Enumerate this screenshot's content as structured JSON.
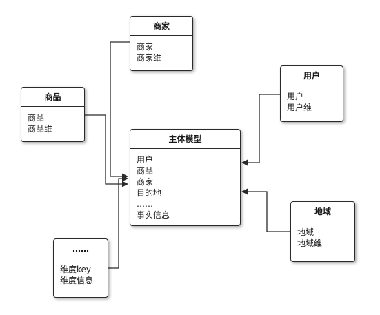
{
  "entities": {
    "merchant": {
      "title": "商家",
      "fields": [
        "商家",
        "商家维"
      ]
    },
    "product": {
      "title": "商品",
      "fields": [
        "商品",
        "商品维"
      ]
    },
    "user": {
      "title": "用户",
      "fields": [
        "用户",
        "用户维"
      ]
    },
    "subject": {
      "title": "主体模型",
      "fields": [
        "用户",
        "商品",
        "商家",
        "目的地",
        "……",
        "事实信息"
      ]
    },
    "region": {
      "title": "地域",
      "fields": [
        "地域",
        "地域维"
      ]
    },
    "other": {
      "title": "……",
      "fields": [
        "维度key",
        "维度信息"
      ]
    }
  },
  "colors": {
    "line": "#2a2a2a",
    "border": "#2a2a2a",
    "background": "#ffffff"
  }
}
